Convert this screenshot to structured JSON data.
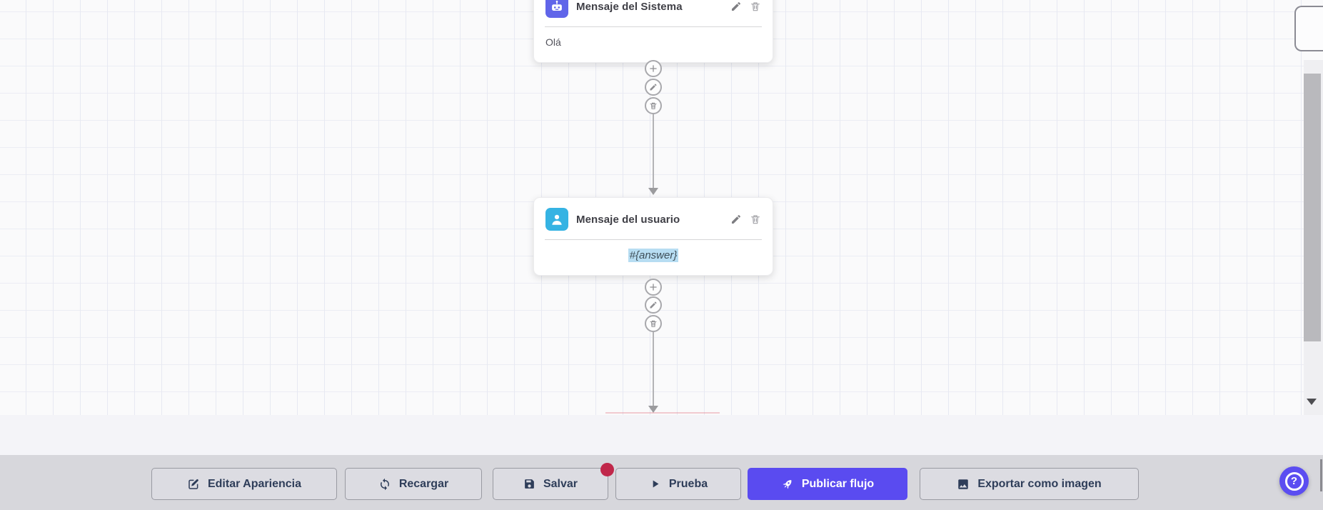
{
  "nodes": [
    {
      "title": "Mensaje del Sistema",
      "content": "Olá",
      "icon": "robot-icon",
      "icon_color": "#6065e9"
    },
    {
      "title": "Mensaje del usuario",
      "content": "#{answer}",
      "icon": "user-icon",
      "icon_color": "#35b3e3",
      "content_highlighted": true
    }
  ],
  "node_actions": {
    "edit": "pencil-icon",
    "delete": "trash-icon"
  },
  "connector_actions": [
    "plus-icon",
    "pencil-icon",
    "trash-icon"
  ],
  "toolbar": {
    "buttons": [
      {
        "label": "Editar Apariencia",
        "icon": "edit-icon"
      },
      {
        "label": "Recargar",
        "icon": "refresh-icon"
      },
      {
        "label": "Salvar",
        "icon": "save-icon",
        "badge": true
      },
      {
        "label": "Prueba",
        "icon": "play-icon"
      },
      {
        "label": "Publicar flujo",
        "icon": "rocket-icon",
        "primary": true
      },
      {
        "label": "Exportar como imagen",
        "icon": "image-icon"
      }
    ]
  },
  "help": {
    "label": "?"
  },
  "colors": {
    "primary": "#5a4bf0",
    "system_icon": "#6065e9",
    "user_icon": "#35b3e3",
    "badge": "#c0274a",
    "highlight": "#b7ddf2",
    "toolbar_band": "#d7d7dc",
    "canvas": "#fafafb"
  }
}
